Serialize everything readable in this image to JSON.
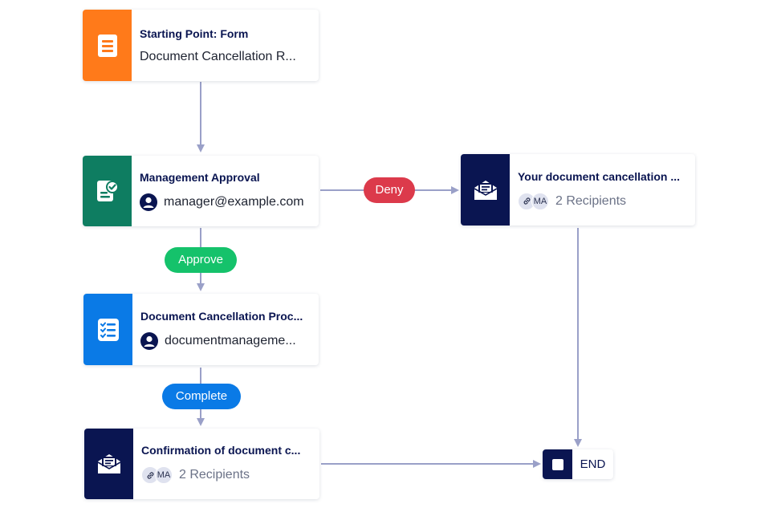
{
  "colors": {
    "form": "#ff7a1a",
    "approval": "#0e7d61",
    "task": "#0a7ae6",
    "email": "#0a1551",
    "deny": "#dc3a4b",
    "approve": "#15c26b",
    "complete": "#0a7ae6",
    "edge": "#9aa0c8"
  },
  "nodes": {
    "start": {
      "title": "Starting Point: Form",
      "subtitle": "Document Cancellation R...",
      "icon": "form-icon"
    },
    "approval": {
      "title": "Management Approval",
      "subtitle": "manager@example.com",
      "icon": "approval-icon"
    },
    "process": {
      "title": "Document Cancellation Proc...",
      "subtitle": "documentmanageme...",
      "icon": "task-list-icon"
    },
    "confirm": {
      "title": "Confirmation of document c...",
      "subtitle": "2 Recipients",
      "chips": [
        "MA"
      ],
      "icon": "email-icon"
    },
    "denied": {
      "title": "Your document cancellation ...",
      "subtitle": "2 Recipients",
      "chips": [
        "MA"
      ],
      "icon": "email-icon"
    },
    "end": {
      "label": "END",
      "icon": "stop-icon"
    }
  },
  "edge_labels": {
    "deny": "Deny",
    "approve": "Approve",
    "complete": "Complete"
  }
}
